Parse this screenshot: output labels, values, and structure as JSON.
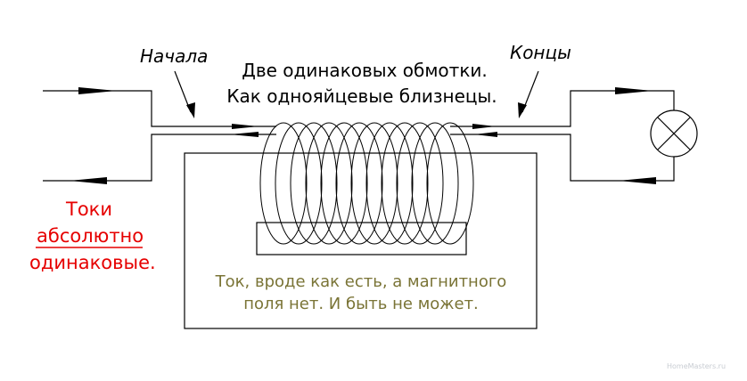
{
  "labels": {
    "starts": "Начала",
    "ends": "Концы",
    "title_line1": "Две одинаковых обмотки.",
    "title_line2": "Как однояйцевые близнецы.",
    "currents_line1": "Токи",
    "currents_line2": "абсолютно",
    "currents_line3": "одинаковые.",
    "note_line1": "Ток, вроде как есть, а магнитного",
    "note_line2": "поля нет. И быть не может.",
    "watermark": "HomeMasters.ru"
  },
  "colors": {
    "line": "#000000",
    "red_text": "#e60000",
    "note_text": "#7a7436",
    "watermark": "#c8ccd2"
  },
  "icons": {
    "lamp": "lamp-cross-circle",
    "arrow": "filled-arrowhead"
  }
}
